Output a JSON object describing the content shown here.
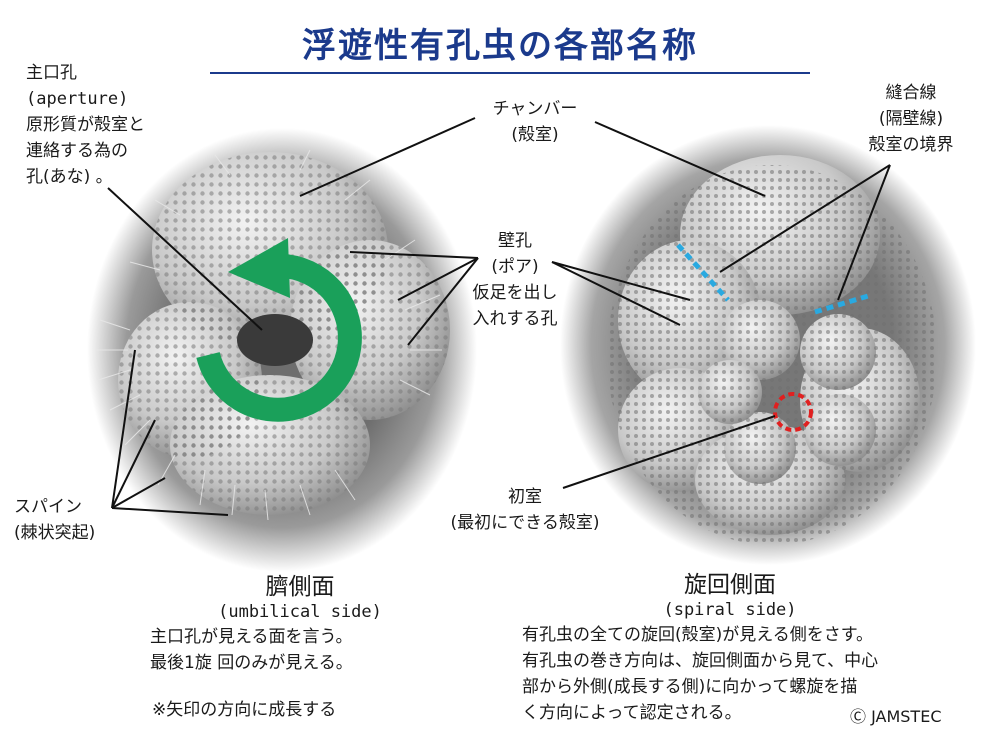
{
  "title": "浮遊性有孔虫の各部名称",
  "labels": {
    "aperture": [
      "主口孔",
      "(aperture)",
      "原形質が殻室と",
      "連絡する為の",
      "孔(あな) 。"
    ],
    "chamber": [
      "チャンバー",
      "(殻室)"
    ],
    "suture": [
      "縫合線",
      "(隔壁線)",
      "殻室の境界"
    ],
    "pore": [
      "壁孔",
      "(ポア)",
      "仮足を出し",
      "入れする孔"
    ],
    "spine": [
      "スパイン",
      "(棘状突起)"
    ],
    "proloculus": [
      "初室",
      "(最初にできる殻室)"
    ]
  },
  "umbilical": {
    "title": "臍側面",
    "subtitle": "(umbilical side)",
    "lines": [
      "主口孔が見える面を言う。",
      "最後1旋 回のみが見える。"
    ],
    "note": "※矢印の方向に成長する"
  },
  "spiral": {
    "title": "旋回側面",
    "subtitle": "(spiral side)",
    "lines": [
      "有孔虫の全ての旋回(殻室)が見える側をさす。",
      "有孔虫の巻き方向は、旋回側面から見て、中心",
      "部から外側(成長する側)に向かって螺旋を描",
      "く方向によって認定される。"
    ]
  },
  "copyright": "Ⓒ JAMSTEC",
  "colors": {
    "title": "#1b3a8c",
    "arrow": "#1aa05a",
    "suture_marker": "#29a9e0",
    "proloculus_marker": "#e02020"
  }
}
